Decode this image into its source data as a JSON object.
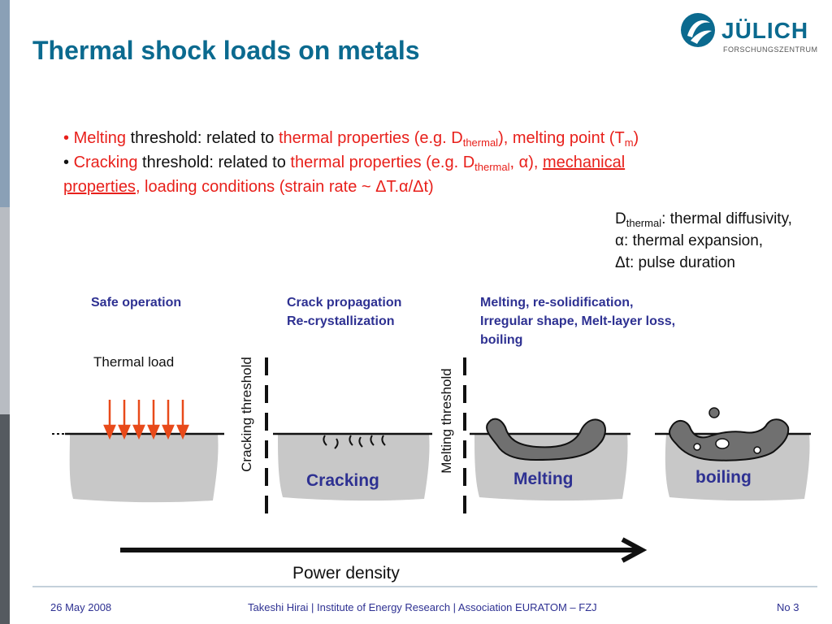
{
  "title": "Thermal shock loads on metals",
  "logo": {
    "name": "JÜLICH",
    "subtitle": "FORSCHUNGSZENTRUM"
  },
  "bullets": {
    "b1": {
      "bullet": "•",
      "melting": "Melting",
      "text1": " threshold: related to ",
      "thermal_props": "thermal properties (e.g. D",
      "sub_thermal": "thermal",
      "close_melting_point": "), melting point (T",
      "sub_m": "m",
      "close": ")"
    },
    "b2": {
      "bullet": "•",
      "cracking": "Cracking",
      "text1": " threshold: related to ",
      "thermal_props": "thermal properties (e.g. D",
      "sub_thermal": "thermal",
      "alpha_close": ", α), ",
      "mechanical": "mechanical",
      "properties": "properties",
      "loading": ", loading conditions (strain rate ~ ΔT.α/Δt)"
    }
  },
  "definitions": {
    "d1_main": "D",
    "d1_sub": "thermal",
    "d1_rest": ": thermal diffusivity,",
    "d2": "α: thermal expansion,",
    "d3": "Δt: pulse duration"
  },
  "regions": {
    "safe": "Safe operation",
    "crack_line1": "Crack propagation",
    "crack_line2": "Re-crystallization",
    "melt_line1": "Melting, re-solidification,",
    "melt_line2": "Irregular shape, Melt-layer loss,",
    "melt_line3": "boiling"
  },
  "diagram": {
    "thermal_load": "Thermal load",
    "cracking_threshold": "Cracking threshold",
    "melting_threshold": "Melting threshold",
    "cracking": "Cracking",
    "melting": "Melting",
    "boiling": "boiling",
    "power_density": "Power density"
  },
  "footer": {
    "date": "26 May 2008",
    "center": "Takeshi Hirai | Institute of Energy Research | Association EURATOM – FZJ",
    "page": "No 3"
  },
  "colors": {
    "title": "#0b6a8f",
    "red": "#e8201b",
    "region_text": "#2e3192",
    "block_fill": "#c8c8c8",
    "melt_fill": "#707070",
    "arrow_red": "#e84a1a"
  }
}
